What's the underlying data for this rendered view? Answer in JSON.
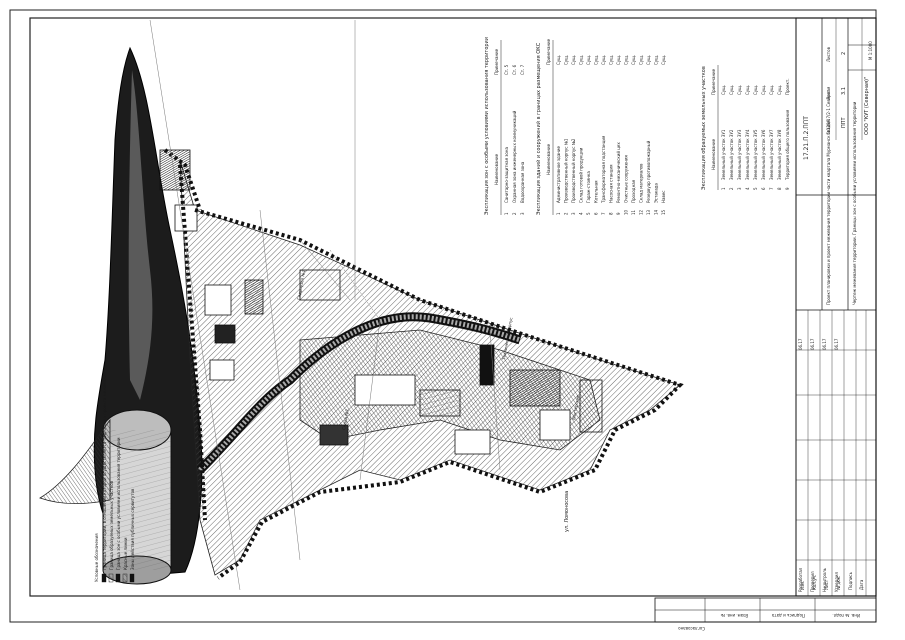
{
  "drawing": {
    "code": "17.21.П.2.ППТ",
    "project_title": "Проект планировки и проект межевания территории части квартала Мурманск №129/17/2-1 Северная",
    "sheet_title": "Чертеж межевания территории. Границы зон с особыми условиями использования территории",
    "stage_label": "Стадия",
    "sheet_label": "Лист",
    "sheets_label": "Листов",
    "stage": "ППТ",
    "sheet": "3.1",
    "sheets": "2",
    "org": "ООО \"КУТ (Северная)\"",
    "scale": "М 1:1000"
  },
  "stamp": {
    "headers": [
      "Изм.",
      "Кол.уч.",
      "Лист",
      "№ док.",
      "Подпись",
      "Дата"
    ],
    "roles": [
      "Разработал",
      "Проверил",
      "Н.контроль",
      "Утвердил"
    ],
    "dates": [
      "06.17",
      "06.17",
      "06.17",
      "06.17"
    ]
  },
  "legend1": {
    "title": "Экспликация зон с особыми условиями использования территории",
    "col_name": "Наименование",
    "col_note": "Примечание",
    "rows": [
      {
        "num": "1",
        "name": "Санитарно-защитная зона",
        "note": "Ст. 5"
      },
      {
        "num": "2",
        "name": "Охранная зона инженерных коммуникаций",
        "note": "Ст. 6"
      },
      {
        "num": "3",
        "name": "Водоохранная зона",
        "note": "Ст. 7"
      }
    ]
  },
  "legend2": {
    "title": "Экспликация зданий и сооружений в границах размещения ОКС",
    "col_name": "Наименование",
    "col_note": "Примечание",
    "rows": [
      {
        "num": "1",
        "name": "Административное здание",
        "note": "Сущ."
      },
      {
        "num": "2",
        "name": "Производственный корпус №1",
        "note": "Сущ."
      },
      {
        "num": "3",
        "name": "Производственный корпус №2",
        "note": "Сущ."
      },
      {
        "num": "4",
        "name": "Склад готовой продукции",
        "note": "Сущ."
      },
      {
        "num": "5",
        "name": "Гараж-стоянка",
        "note": "Сущ."
      },
      {
        "num": "6",
        "name": "Котельная",
        "note": "Сущ."
      },
      {
        "num": "7",
        "name": "Трансформаторная подстанция",
        "note": "Сущ."
      },
      {
        "num": "8",
        "name": "Насосная станция",
        "note": "Сущ."
      },
      {
        "num": "9",
        "name": "Ремонтно-механический цех",
        "note": "Сущ."
      },
      {
        "num": "10",
        "name": "Очистные сооружения",
        "note": "Сущ."
      },
      {
        "num": "11",
        "name": "Проходная",
        "note": "Сущ."
      },
      {
        "num": "12",
        "name": "Склад материалов",
        "note": "Сущ."
      },
      {
        "num": "13",
        "name": "Резервуар противопожарный",
        "note": "Сущ."
      },
      {
        "num": "14",
        "name": "Эстакада",
        "note": "Сущ."
      },
      {
        "num": "15",
        "name": "Навес",
        "note": "Сущ."
      }
    ]
  },
  "legend3": {
    "title": "Экспликация образуемых земельных участков",
    "col_name": "Наименование",
    "col_note": "Примечание",
    "rows": [
      {
        "num": "1",
        "name": "Земельный участок ЗУ1",
        "note": "Сущ."
      },
      {
        "num": "2",
        "name": "Земельный участок ЗУ2",
        "note": "Сущ."
      },
      {
        "num": "3",
        "name": "Земельный участок ЗУ3",
        "note": "Сущ."
      },
      {
        "num": "4",
        "name": "Земельный участок ЗУ4",
        "note": "Сущ."
      },
      {
        "num": "5",
        "name": "Земельный участок ЗУ5",
        "note": "Сущ."
      },
      {
        "num": "6",
        "name": "Земельный участок ЗУ6",
        "note": "Сущ."
      },
      {
        "num": "7",
        "name": "Земельный участок ЗУ7",
        "note": "Сущ."
      },
      {
        "num": "8",
        "name": "Земельный участок ЗУ8",
        "note": "Сущ."
      },
      {
        "num": "9",
        "name": "Территория общего пользования",
        "note": "Проект."
      }
    ]
  },
  "legend_symbols": {
    "title": "Условные обозначения",
    "items": [
      "Граница территории, в отношении которой осуществляется подготовка проекта межевания",
      "Граница образуемых земельных участков",
      "Граница зон с особыми условиями использования территории",
      "Красные линии",
      "Зоны действия публичных сервитутов"
    ]
  },
  "map_labels": {
    "street": "ул. Ломоносова",
    "zone1": "Гидроузел №1",
    "zone2": "Склад №2",
    "zone3": "Технический корпус",
    "zone4": "Мастерские"
  },
  "side_stamp": {
    "labels": [
      "Инв. № подл.",
      "Подпись и дата",
      "Взам. инв. №"
    ],
    "approved": "Согласовано"
  },
  "colors": {
    "ink": "#1a1a1a",
    "paper": "#ffffff",
    "hatch": "#444444"
  }
}
